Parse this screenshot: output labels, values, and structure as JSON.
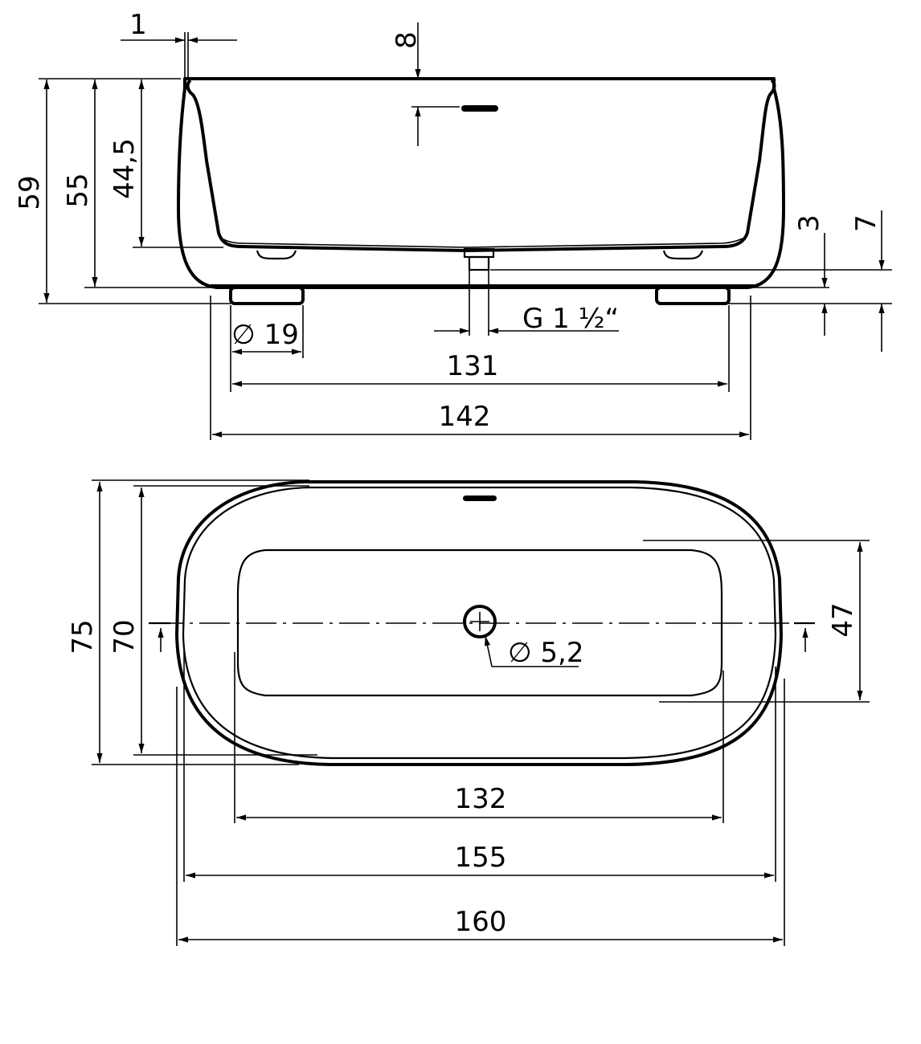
{
  "side_view": {
    "dimensions": {
      "rim_thickness": "1",
      "overflow_offset": "8",
      "total_height": "59",
      "body_height": "55",
      "inner_depth": "44,5",
      "foot_height_small": "3",
      "foot_height": "7",
      "foot_diameter": "∅ 19",
      "drain_thread": "G 1 ½“",
      "feet_spacing": "131",
      "base_length": "142"
    }
  },
  "top_view": {
    "dimensions": {
      "outer_width": "75",
      "inner_width": "70",
      "basin_width": "47",
      "drain_diameter": "∅ 5,2",
      "basin_length": "132",
      "inner_length": "155",
      "outer_length": "160"
    }
  }
}
